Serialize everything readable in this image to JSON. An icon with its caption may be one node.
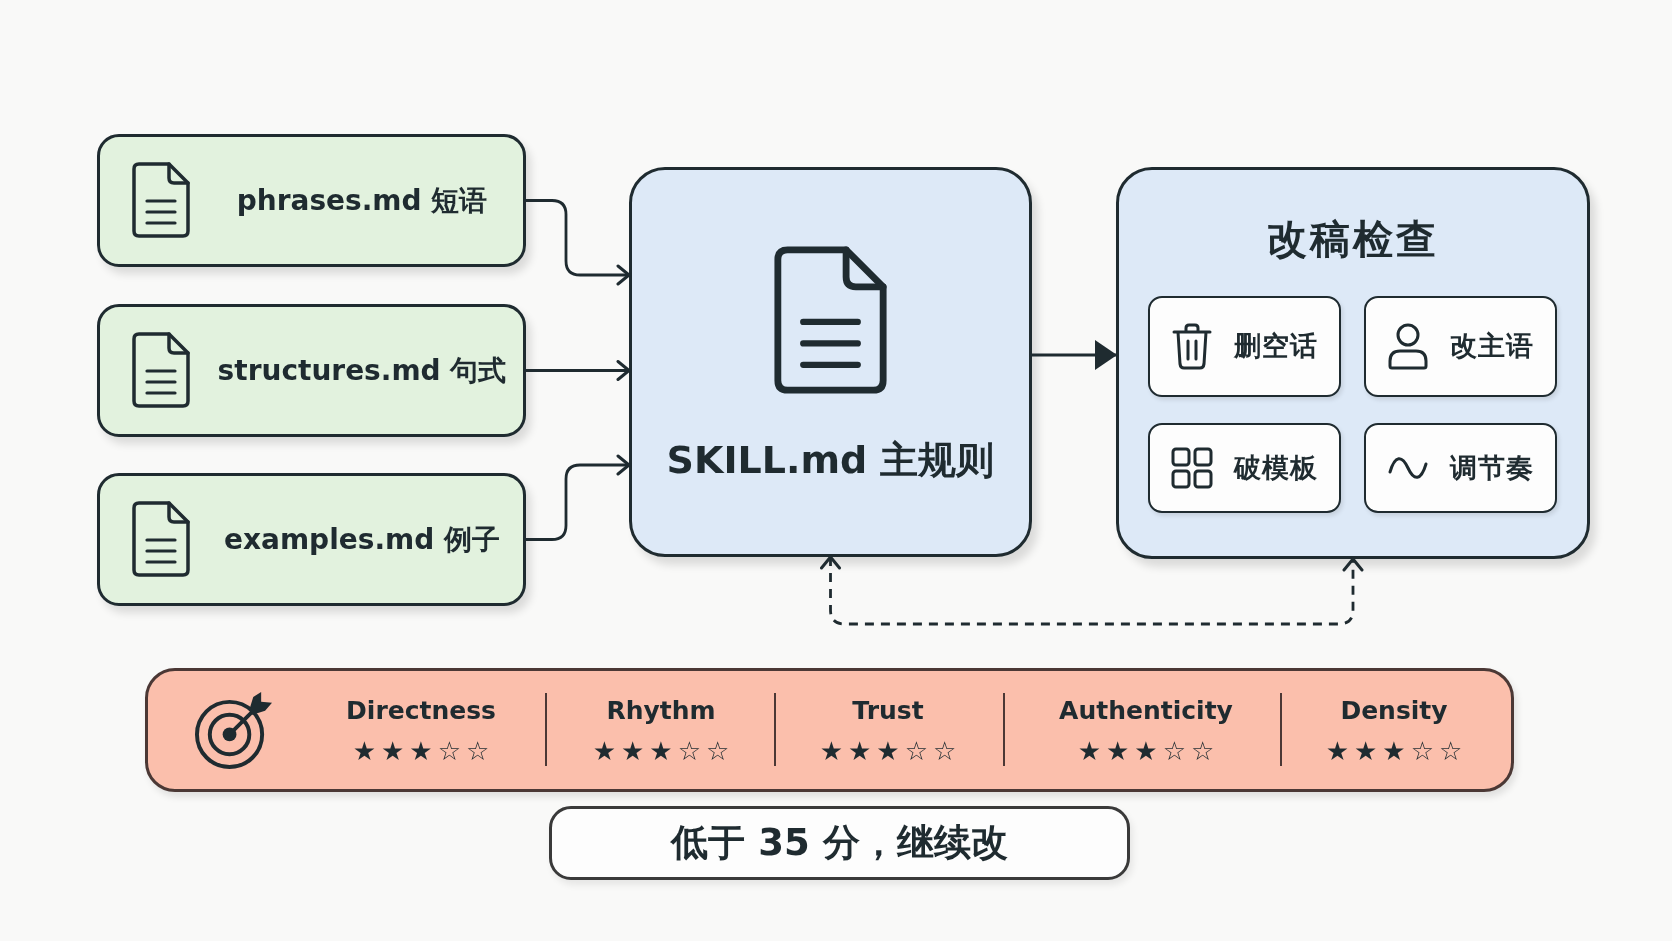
{
  "diagram": {
    "nodes": [
      {
        "text": [
          "phrases.md 短语"
        ]
      },
      {
        "text": [
          "structures.md 句式"
        ]
      },
      {
        "text": [
          "examples.md 例子"
        ]
      },
      {
        "text": [
          "SKILL.md 主规则"
        ]
      },
      {
        "text": [
          "改稿检查"
        ]
      },
      {
        "text": [
          "删空话"
        ],
        "in": 4
      },
      {
        "text": [
          "改主语"
        ],
        "in": 4
      },
      {
        "text": [
          "破模板"
        ],
        "in": 4
      },
      {
        "text": [
          "调节奏"
        ],
        "in": 4
      },
      {
        "text": [
          "Directness",
          "★★★☆☆",
          "Rhythm",
          "★★★☆☆",
          "Trust",
          "★★★☆☆",
          "Authenticity",
          "★★★☆☆",
          "Density",
          "★★★☆☆"
        ]
      },
      {
        "text": [
          "低于 35 分，继续改"
        ]
      }
    ],
    "edges": [
      {
        "from": 0,
        "to": 3,
        "arrow": "to"
      },
      {
        "from": 1,
        "to": 3,
        "arrow": "to"
      },
      {
        "from": 2,
        "to": 3,
        "arrow": "to"
      },
      {
        "from": 3,
        "to": 4,
        "arrow": "to"
      },
      {
        "from": 3,
        "to": 4,
        "arrow": "both",
        "style": "dashed"
      }
    ]
  }
}
